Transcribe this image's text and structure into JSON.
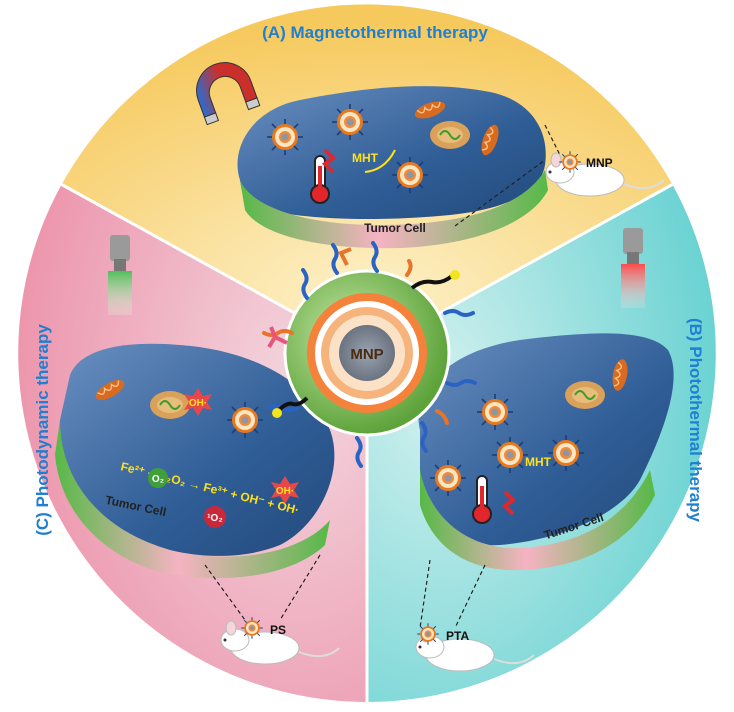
{
  "sections": {
    "a_title": "(A) Magnetothermal therapy",
    "b_title": "(B) Photothermal therapy",
    "c_title": "(C) Photodynamic therapy"
  },
  "labels": {
    "tumor_cell": "Tumor Cell",
    "mht": "MHT",
    "mnp": "MNP",
    "pta": "PTA",
    "ps": "PS",
    "center_mnp": "MNP"
  },
  "reactions": {
    "fenton": "Fe²⁺ + H₂O₂ → Fe³⁺ + OH⁻ + OH·",
    "oh_radical": "OH·",
    "o2": "O₂",
    "singlet_o2": "¹O₂"
  },
  "colors": {
    "panel_a": "#fbe3a8",
    "panel_b": "#a8e3e3",
    "panel_c": "#f0b8c8",
    "title": "#1f7fd0",
    "cell_body": "#2f5d96",
    "cell_base_green": "#5bbd4a",
    "cell_base_pink": "#f2a8b8"
  }
}
